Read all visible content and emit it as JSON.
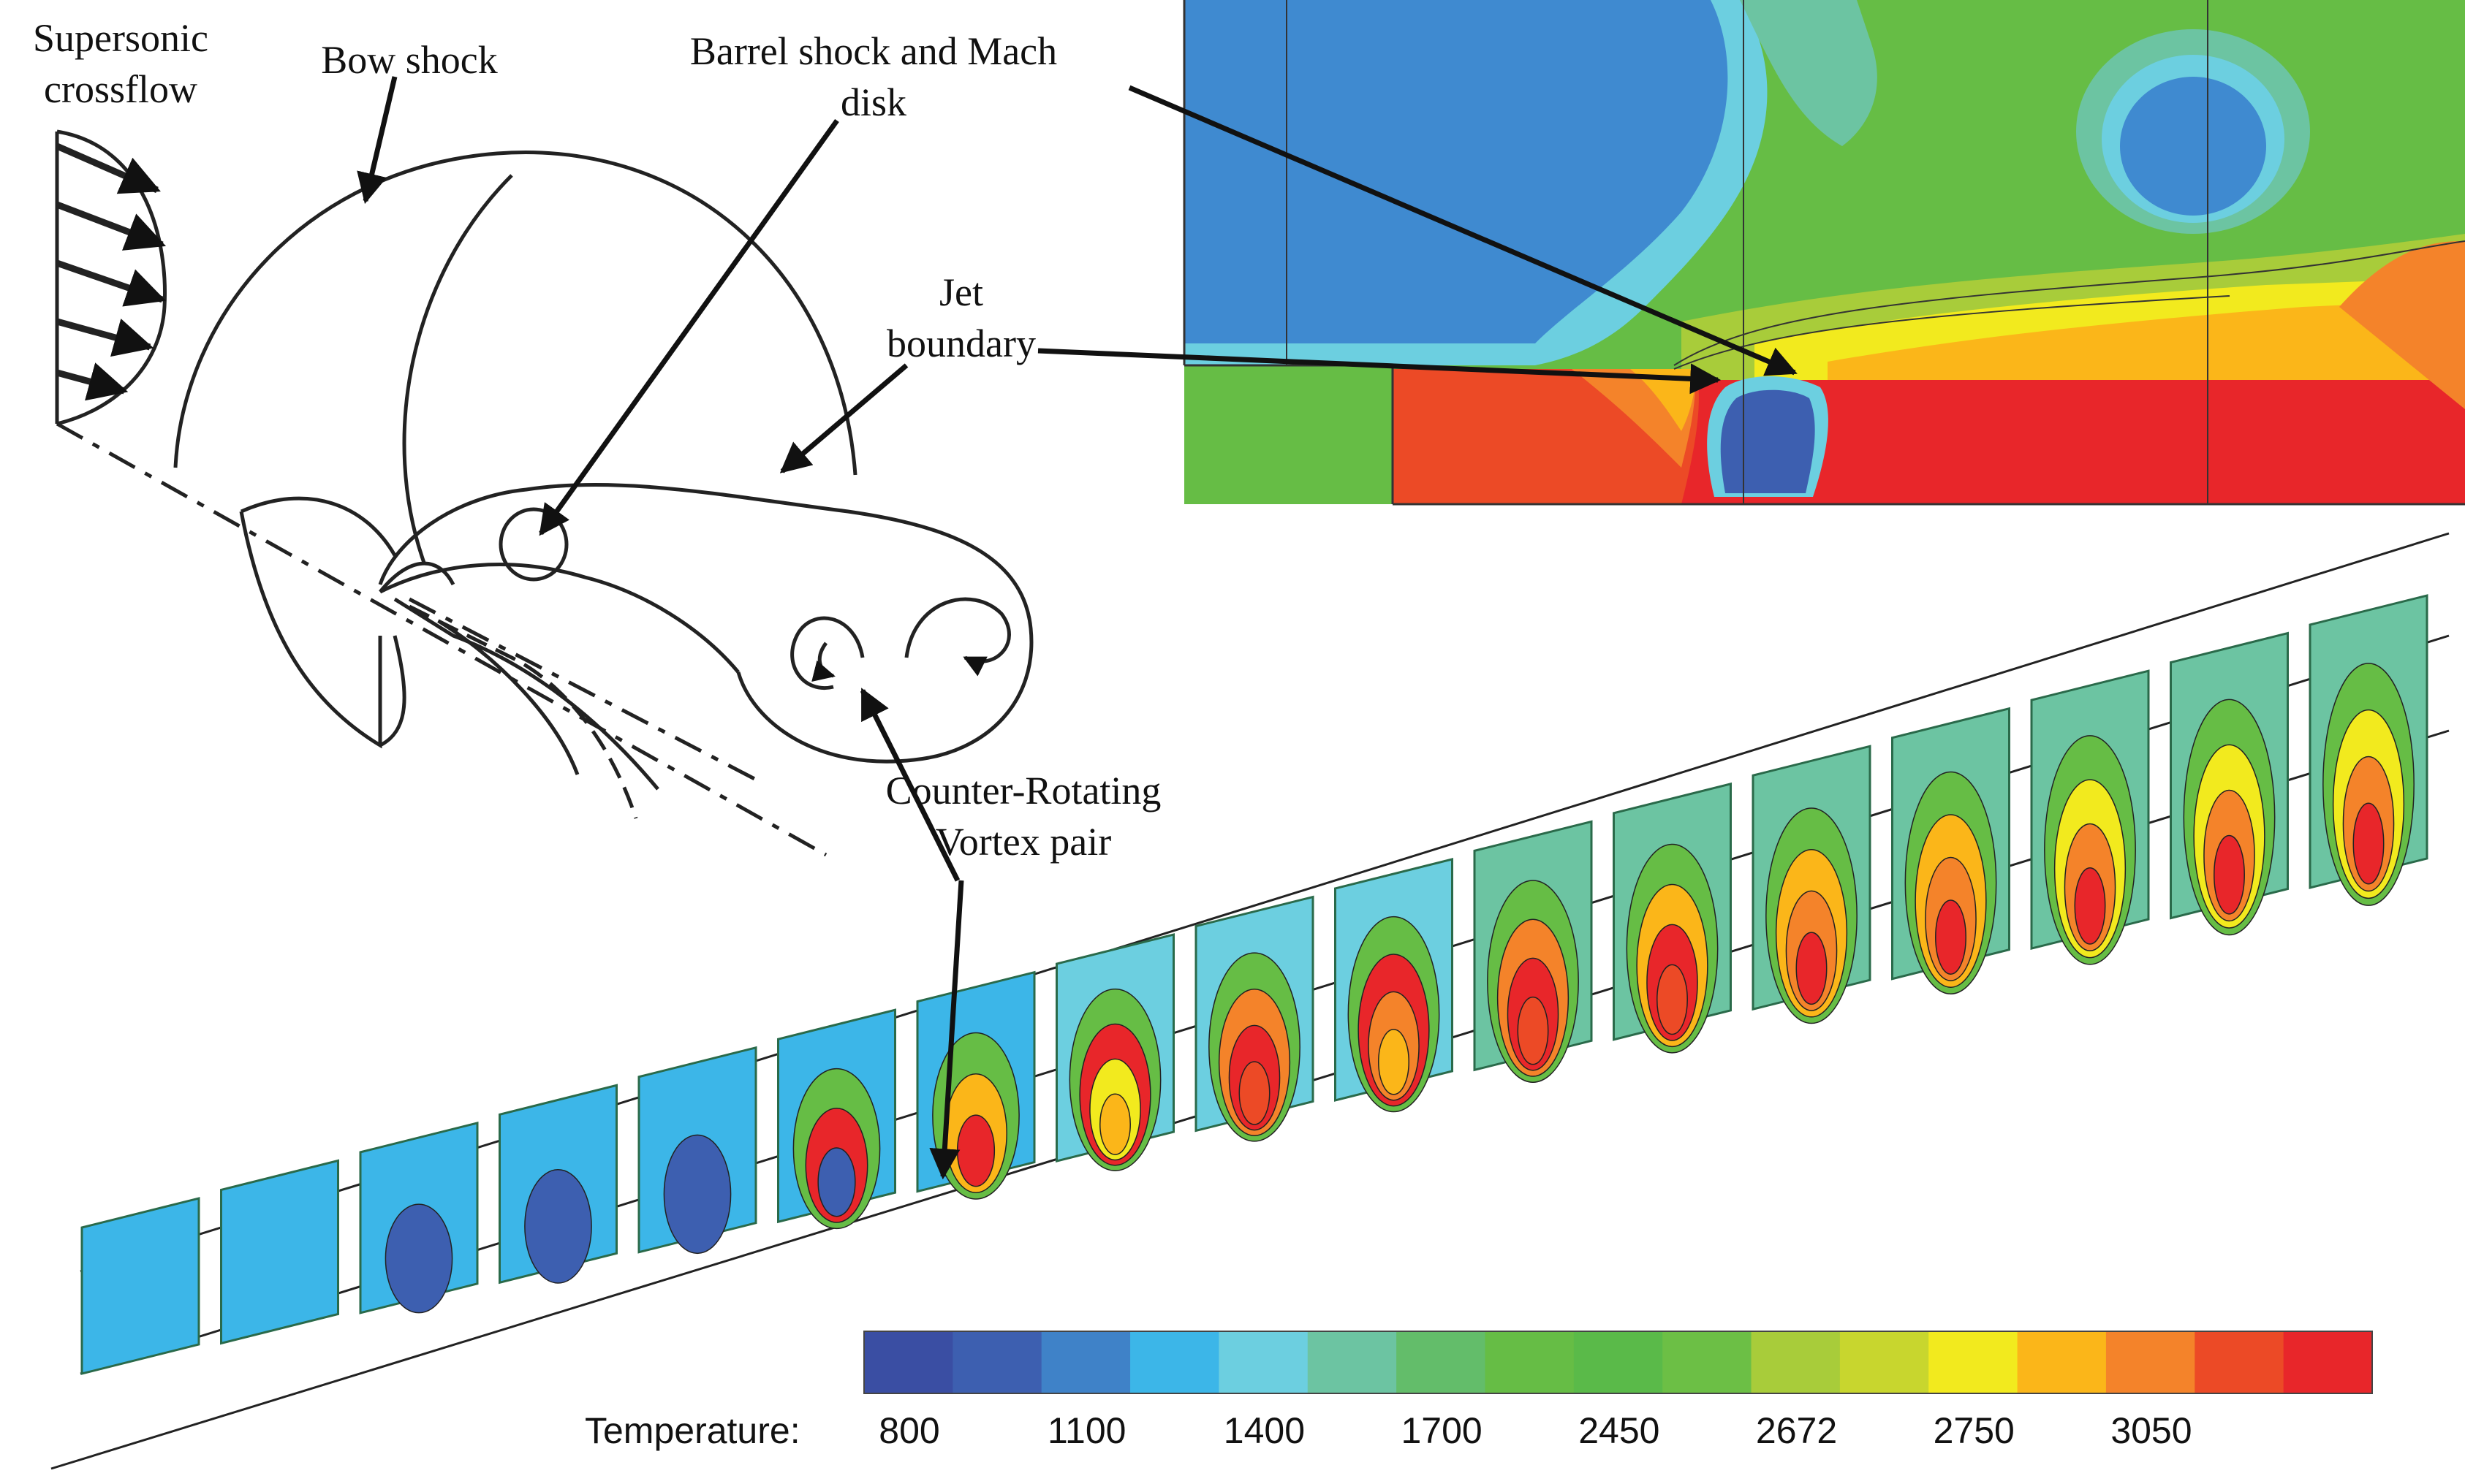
{
  "labels": {
    "crossflow_line1": "Supersonic",
    "crossflow_line2": "crossflow",
    "bow_shock": "Bow shock",
    "barrel_line1": "Barrel shock and Mach",
    "barrel_line2": "disk",
    "jet_line1": "Jet",
    "jet_line2": "boundary",
    "crvp_line1": "Counter-Rotating",
    "crvp_line2": "Vortex pair"
  },
  "legend": {
    "title": "Temperature:",
    "colors": [
      "#3a4ea3",
      "#3d5fb0",
      "#3f82c8",
      "#3cb6e8",
      "#6ccfe0",
      "#6cc4a2",
      "#63bd6a",
      "#66bd45",
      "#5aba49",
      "#6cbf45",
      "#a8cc3a",
      "#c8d62e",
      "#f2ea1e",
      "#fbb619",
      "#f4832a",
      "#ec4a26",
      "#e8262a"
    ],
    "ticks": [
      "800",
      "1100",
      "1400",
      "1700",
      "2450",
      "2672",
      "2750",
      "3050"
    ]
  }
}
